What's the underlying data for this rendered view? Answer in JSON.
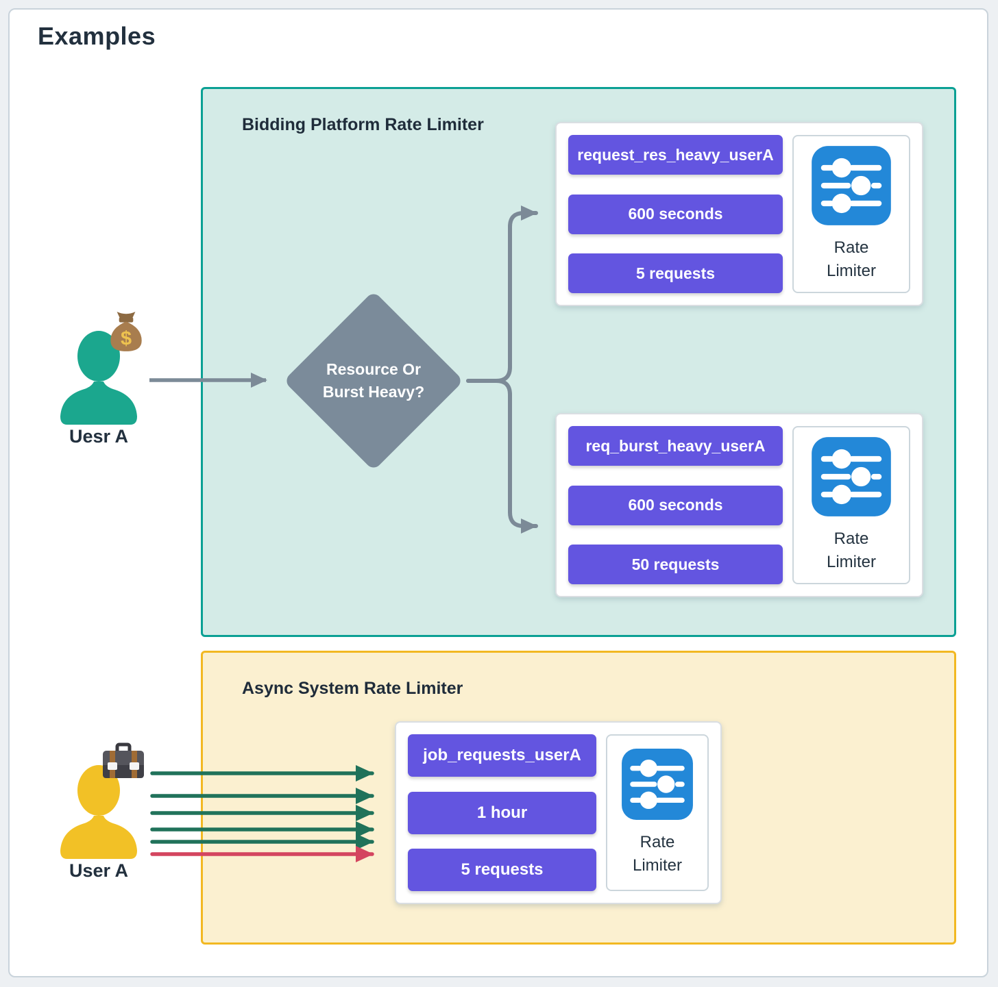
{
  "page": {
    "title": "Examples"
  },
  "colors": {
    "accent_purple": "#6355e0",
    "teal_border": "#0ba094",
    "teal_bg": "#d4ebe7",
    "yellow_border": "#f2b822",
    "yellow_bg": "#fbf0d0",
    "icon_blue": "#2388d8",
    "diamond_gray": "#7b8b9a",
    "arrow_gray": "#7c8a97",
    "arrow_green": "#20725a",
    "arrow_red": "#d4455f",
    "user_teal": "#1ba78e",
    "user_yellow": "#f2c126"
  },
  "bidding_section": {
    "title": "Bidding Platform Rate Limiter",
    "user": {
      "label": "Uesr A",
      "icon": "person-with-money-bag"
    },
    "decision": {
      "question": "Resource Or Burst Heavy?"
    },
    "resource_card": {
      "pills": [
        "request_res_heavy_userA",
        "600 seconds",
        "5 requests"
      ],
      "limiter_label": "Rate Limiter",
      "limiter_icon": "sliders"
    },
    "burst_card": {
      "pills": [
        "req_burst_heavy_userA",
        "600 seconds",
        "50 requests"
      ],
      "limiter_label": "Rate Limiter",
      "limiter_icon": "sliders"
    }
  },
  "async_section": {
    "title": "Async System Rate Limiter",
    "user": {
      "label": "User A",
      "icon": "person-with-briefcase"
    },
    "job_card": {
      "pills": [
        "job_requests_userA",
        "1 hour",
        "5 requests"
      ],
      "limiter_label": "Rate Limiter",
      "limiter_icon": "sliders"
    },
    "request_arrows": {
      "allowed_green": 5,
      "rejected_red": 1
    }
  }
}
